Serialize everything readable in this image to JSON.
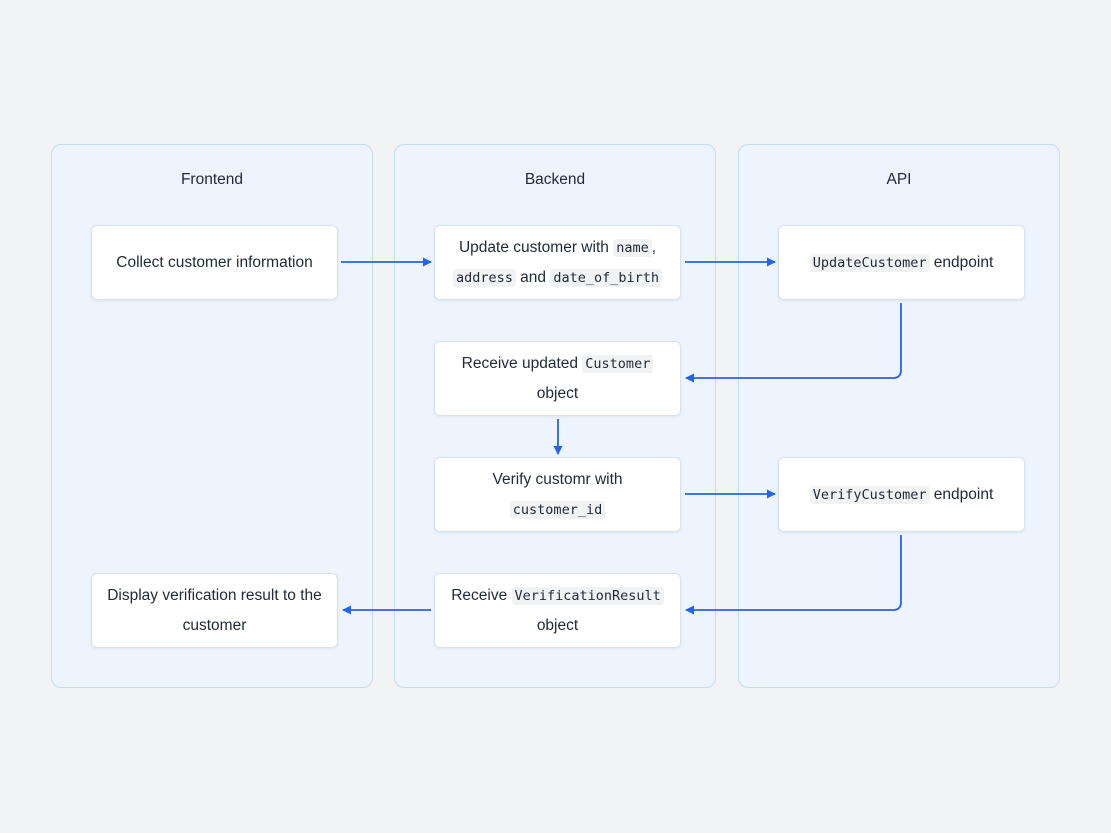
{
  "lanes": {
    "frontend": "Frontend",
    "backend": "Backend",
    "api": "API"
  },
  "nodes": {
    "collect": {
      "text": "Collect customer information"
    },
    "update": {
      "t1": "Update customer with ",
      "c1": "name",
      "t2": ",",
      "c2": "address",
      "t3": " and ",
      "c3": "date_of_birth"
    },
    "update_endpoint": {
      "c1": "UpdateCustomer",
      "t1": " endpoint"
    },
    "receive_customer": {
      "t1": "Receive updated ",
      "c1": "Customer",
      "t2": "object"
    },
    "verify": {
      "t1": "Verify customr with",
      "c1": "customer_id"
    },
    "verify_endpoint": {
      "c1": "VerifyCustomer",
      "t1": " endpoint"
    },
    "receive_result": {
      "t1": "Receive ",
      "c1": "VerificationResult",
      "t2": "object"
    },
    "display": {
      "text": "Display verification result to the customer"
    }
  },
  "colors": {
    "lane_fill": "#edf4fd",
    "lane_border": "#c5dcf4",
    "arrow": "#2563eb",
    "background": "#f2f3f5"
  }
}
